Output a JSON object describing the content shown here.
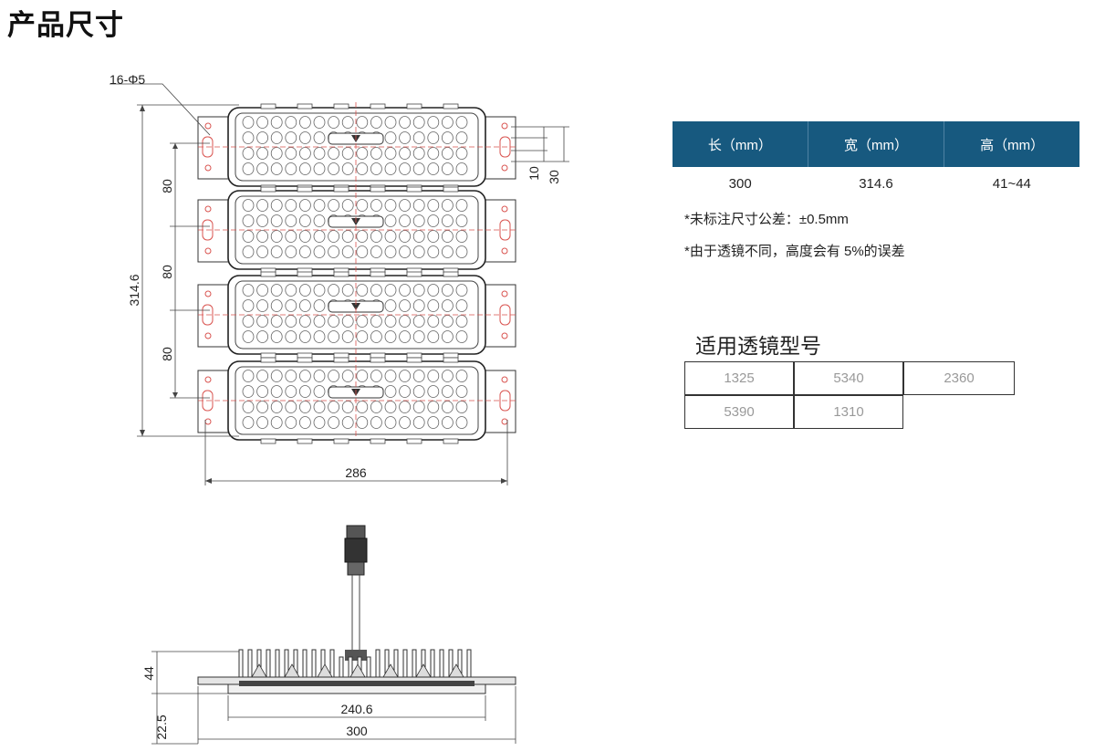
{
  "page_title": "产品尺寸",
  "dimensions": {
    "hole_callout": "16-Φ5",
    "total_height": "314.6",
    "pitch_1": "80",
    "pitch_2": "80",
    "pitch_3": "80",
    "side_small": "10",
    "side_large": "30",
    "bottom_width": "286",
    "side_height": "44",
    "side_base": "22.5",
    "side_inner_width": "240.6",
    "side_total_width": "300"
  },
  "spec_table": {
    "headers": [
      "长（mm）",
      "宽（mm）",
      "高（mm）"
    ],
    "values": [
      "300",
      "314.6",
      "41~44"
    ]
  },
  "notes": {
    "tolerance": "*未标注尺寸公差：±0.5mm",
    "height_variation": "*由于透镜不同，高度会有 5%的误差"
  },
  "lens": {
    "title": "适用透镜型号",
    "models": [
      "1325",
      "5340",
      "2360",
      "5390",
      "1310"
    ]
  }
}
